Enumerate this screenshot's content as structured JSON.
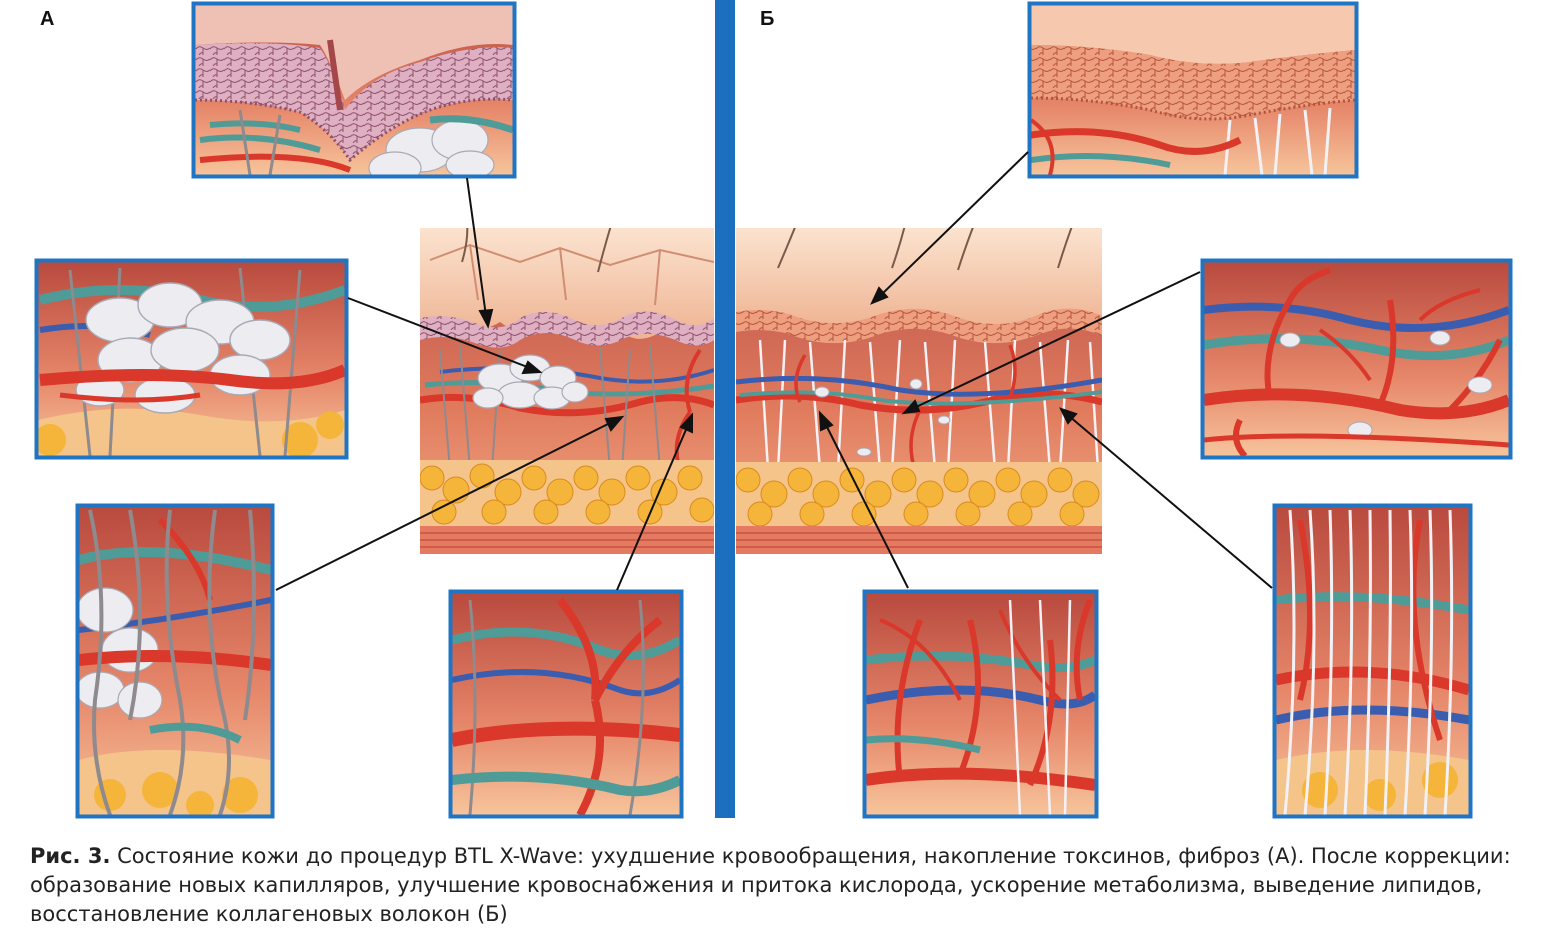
{
  "panels": {
    "left_label": "А",
    "right_label": "Б"
  },
  "caption": {
    "figure_number": "Рис. 3.",
    "text": " Состояние кожи до процедур BTL X-Wave: ухудшение кровообращения, накопление токсинов, фиброз (А). После коррекции: образование новых капилляров, улучшение кровоснабжения и притока кислорода, ускорение метаболизма, выведение липидов, восстановление коллагеновых волокон (Б)"
  },
  "colors": {
    "frame_blue": "#1f74c4",
    "divider_blue": "#1b6fbe",
    "vessel_red": "#d9382a",
    "vein_blue": "#3a5db0",
    "lymph_teal": "#4f9b98",
    "fat_yellow": "#f5b43a",
    "epidermis_pink": "#d8a3b8",
    "skin_tone": "#f4c9a8",
    "toxin_white": "#e9e9ee",
    "collagen_white": "#f2f2f6"
  }
}
